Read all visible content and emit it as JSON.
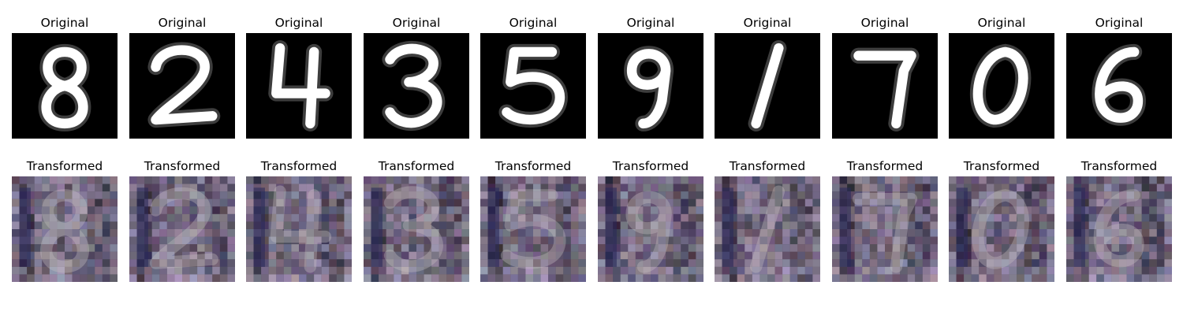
{
  "labels": {
    "original": "Original",
    "transformed": "Transformed"
  },
  "digits": [
    "8",
    "2",
    "4",
    "3",
    "5",
    "9",
    "1",
    "7",
    "0",
    "6"
  ],
  "colors": {
    "original_bg": "#000000",
    "original_fg": "#ffffff",
    "transformed_bg": "#5a5560"
  }
}
